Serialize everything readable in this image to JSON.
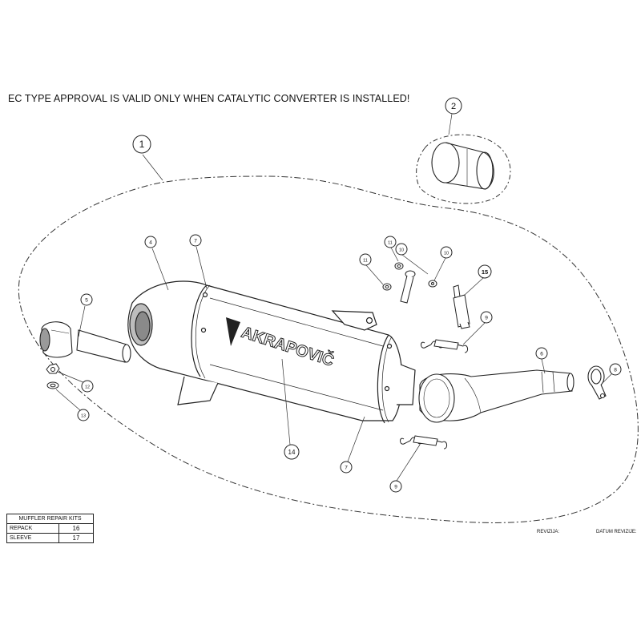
{
  "notice": "EC TYPE APPROVAL IS VALID ONLY WHEN CATALYTIC CONVERTER IS INSTALLED!",
  "brand": "AKRAPOVIČ",
  "callouts": {
    "c1": "1",
    "c2": "2",
    "c4": "4",
    "c5": "5",
    "c6": "6",
    "c7a": "7",
    "c7b": "7",
    "c8": "8",
    "c9a": "9",
    "c9b": "9",
    "c10a": "10",
    "c10b": "10",
    "c11a": "11",
    "c11b": "11",
    "c12": "12",
    "c13": "13",
    "c14": "14",
    "c15": "15"
  },
  "repair_kits": {
    "title": "MUFFLER REPAIR KITS",
    "rows": [
      {
        "label": "REPACK",
        "value": "16"
      },
      {
        "label": "SLEEVE",
        "value": "17"
      }
    ]
  },
  "revision": {
    "revizija_label": "REVIZIJA:",
    "datum_label": "DATUM REVIZIJE:"
  }
}
